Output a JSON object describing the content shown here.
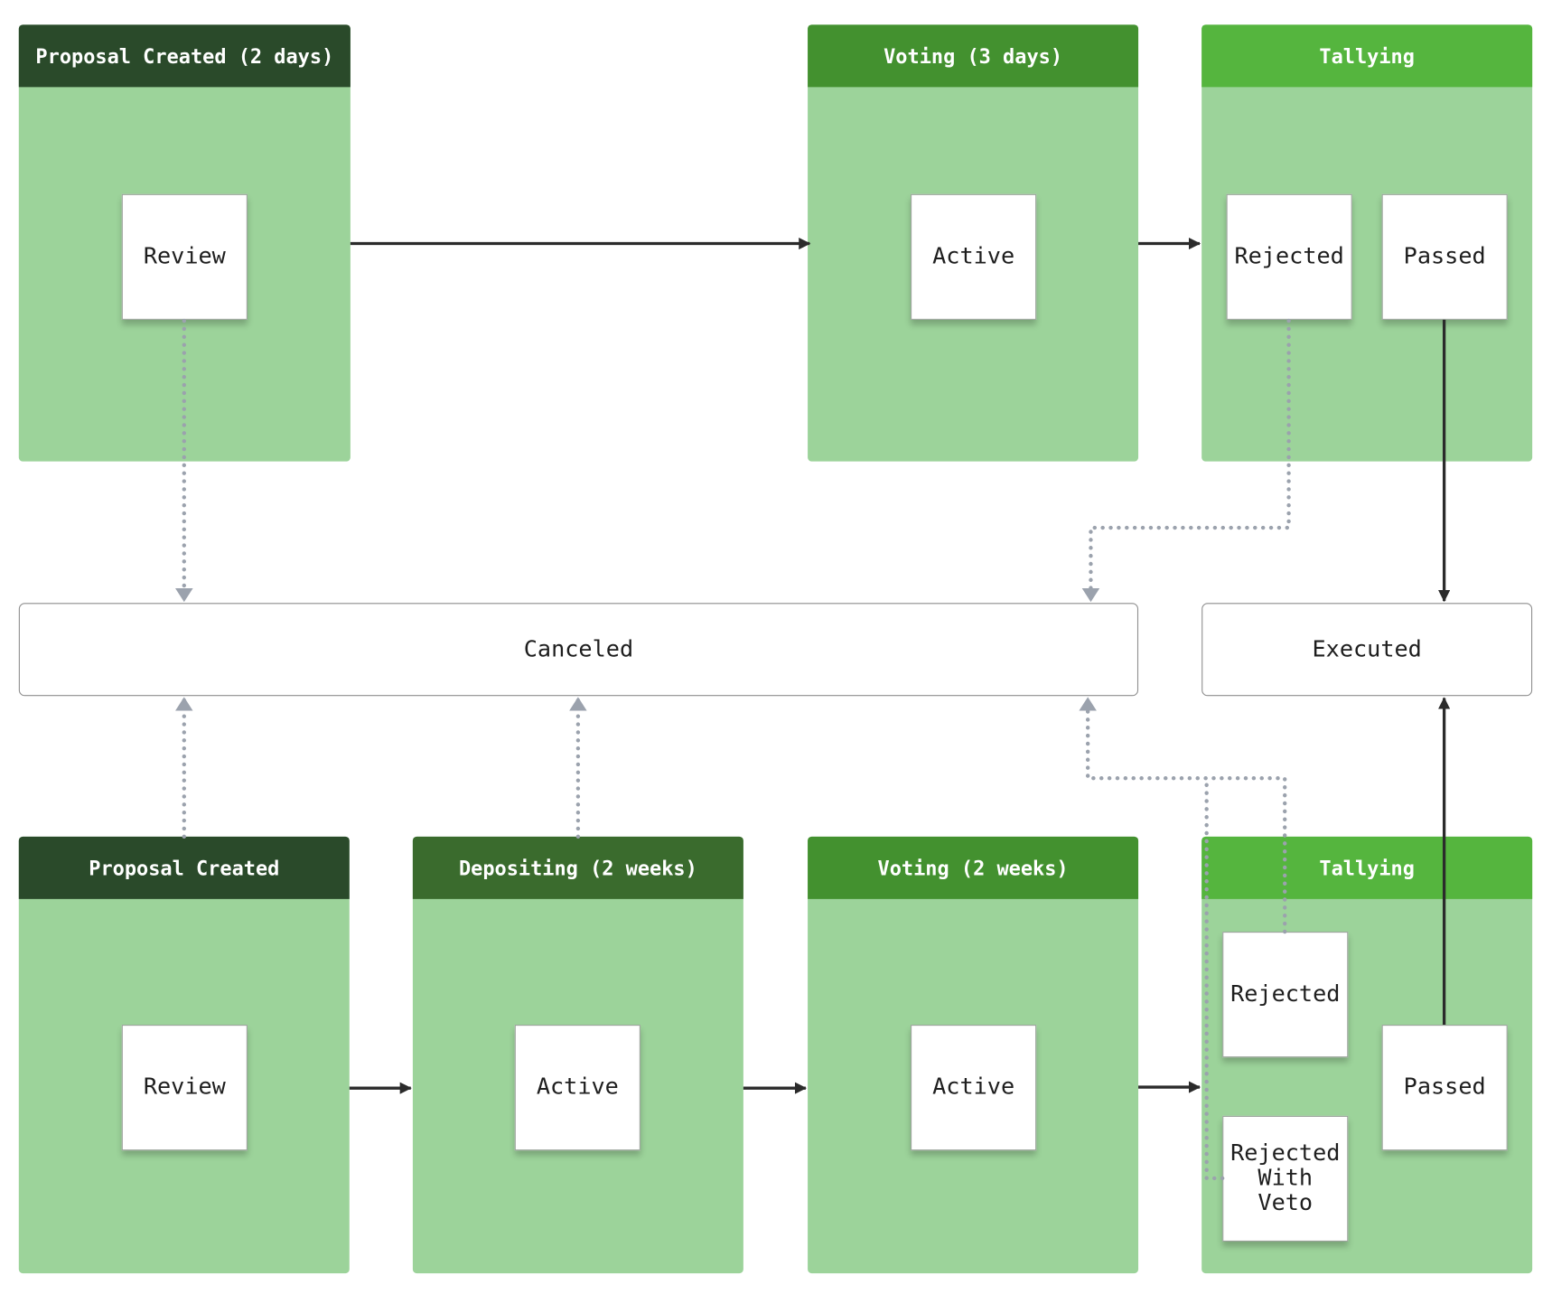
{
  "top_flow": {
    "lanes": [
      {
        "title": "Proposal Created (2 days)",
        "cards": [
          "Review"
        ]
      },
      {
        "title": "Voting (3 days)",
        "cards": [
          "Active"
        ]
      },
      {
        "title": "Tallying",
        "cards": [
          "Rejected",
          "Passed"
        ]
      }
    ]
  },
  "bottom_flow": {
    "lanes": [
      {
        "title": "Proposal Created",
        "cards": [
          "Review"
        ]
      },
      {
        "title": "Depositing (2 weeks)",
        "cards": [
          "Active"
        ]
      },
      {
        "title": "Voting (2 weeks)",
        "cards": [
          "Active"
        ]
      },
      {
        "title": "Tallying",
        "cards": [
          "Rejected",
          "Passed",
          "Rejected\nWith\nVeto"
        ]
      }
    ]
  },
  "end_states": {
    "canceled": "Canceled",
    "executed": "Executed"
  },
  "colors": {
    "lane_body": "#9cd39a",
    "header_dark": "#2a4a2a",
    "header_mid": "#3a6b2d",
    "header_green": "#43912f",
    "header_bright": "#55b53e",
    "solid_arrow": "#2b2b2b",
    "dotted_arrow": "#9ba2ad"
  },
  "edges": [
    {
      "from": "top_flow.review",
      "to": "top_flow.voting_active",
      "style": "solid"
    },
    {
      "from": "top_flow.voting_active",
      "to": "top_flow.tallying",
      "style": "solid"
    },
    {
      "from": "top_flow.review",
      "to": "canceled",
      "style": "dotted"
    },
    {
      "from": "top_flow.rejected",
      "to": "canceled",
      "style": "dotted"
    },
    {
      "from": "top_flow.passed",
      "to": "executed",
      "style": "solid"
    },
    {
      "from": "bottom_flow.review",
      "to": "bottom_flow.depositing_active",
      "style": "solid"
    },
    {
      "from": "bottom_flow.depositing_active",
      "to": "bottom_flow.voting_active",
      "style": "solid"
    },
    {
      "from": "bottom_flow.voting_active",
      "to": "bottom_flow.tallying",
      "style": "solid"
    },
    {
      "from": "bottom_flow.proposal_created",
      "to": "canceled",
      "style": "dotted"
    },
    {
      "from": "bottom_flow.depositing",
      "to": "canceled",
      "style": "dotted"
    },
    {
      "from": "bottom_flow.rejected",
      "to": "canceled",
      "style": "dotted"
    },
    {
      "from": "bottom_flow.rejected_with_veto",
      "to": "canceled",
      "style": "dotted"
    },
    {
      "from": "bottom_flow.passed",
      "to": "executed",
      "style": "solid"
    }
  ]
}
